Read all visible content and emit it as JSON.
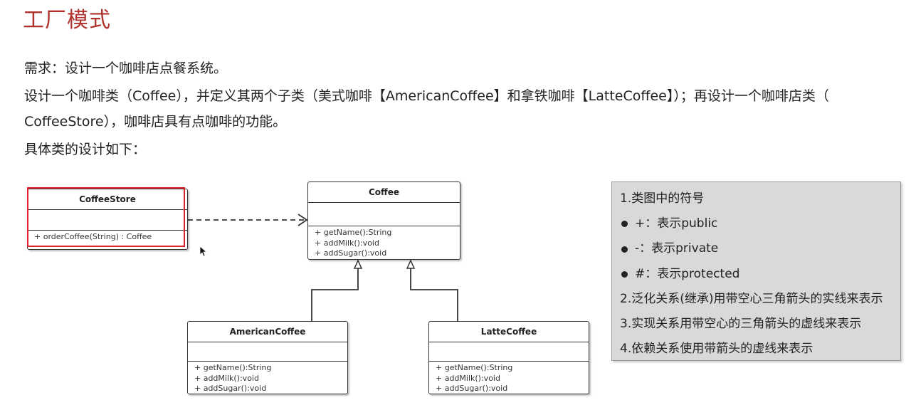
{
  "title": "工厂模式",
  "paragraphs": {
    "requirement": "需求：设计一个咖啡店点餐系统。",
    "description_line1": "设计一个咖啡类（Coffee），并定义其两个子类（美式咖啡【AmericanCoffee】和拿铁咖啡【LatteCoffee】）；再设计一个咖啡店类（",
    "description_line2": "CoffeeStore），咖啡店具有点咖啡的功能。",
    "spec": "具体类的设计如下："
  },
  "diagram": {
    "coffee_store": {
      "name": "CoffeeStore",
      "operations": [
        "+ orderCoffee(String) : Coffee"
      ]
    },
    "coffee": {
      "name": "Coffee",
      "operations": [
        "+ getName():String",
        "+ addMilk():void",
        "+ addSugar():void"
      ]
    },
    "american_coffee": {
      "name": "AmericanCoffee",
      "operations": [
        "+ getName():String",
        "+ addMilk():void",
        "+ addSugar():void"
      ]
    },
    "latte_coffee": {
      "name": "LatteCoffee",
      "operations": [
        "+ getName():String",
        "+ addMilk():void",
        "+ addSugar():void"
      ]
    },
    "relations": [
      {
        "from": "CoffeeStore",
        "to": "Coffee",
        "kind": "dependency"
      },
      {
        "from": "AmericanCoffee",
        "to": "Coffee",
        "kind": "generalization"
      },
      {
        "from": "LatteCoffee",
        "to": "Coffee",
        "kind": "generalization"
      }
    ],
    "highlight_color": "#e0202a"
  },
  "legend": {
    "heading": "1.类图中的符号",
    "symbols": [
      "+：表示public",
      "-：表示private",
      "#：表示protected"
    ],
    "notes": [
      "2.泛化关系(继承)用带空心三角箭头的实线来表示",
      "3.实现关系用带空心的三角箭头的虚线来表示",
      "4.依赖关系使用带箭头的虚线来表示"
    ]
  },
  "colors": {
    "title": "#b0302c",
    "legend_bg": "#d9d9d9"
  }
}
